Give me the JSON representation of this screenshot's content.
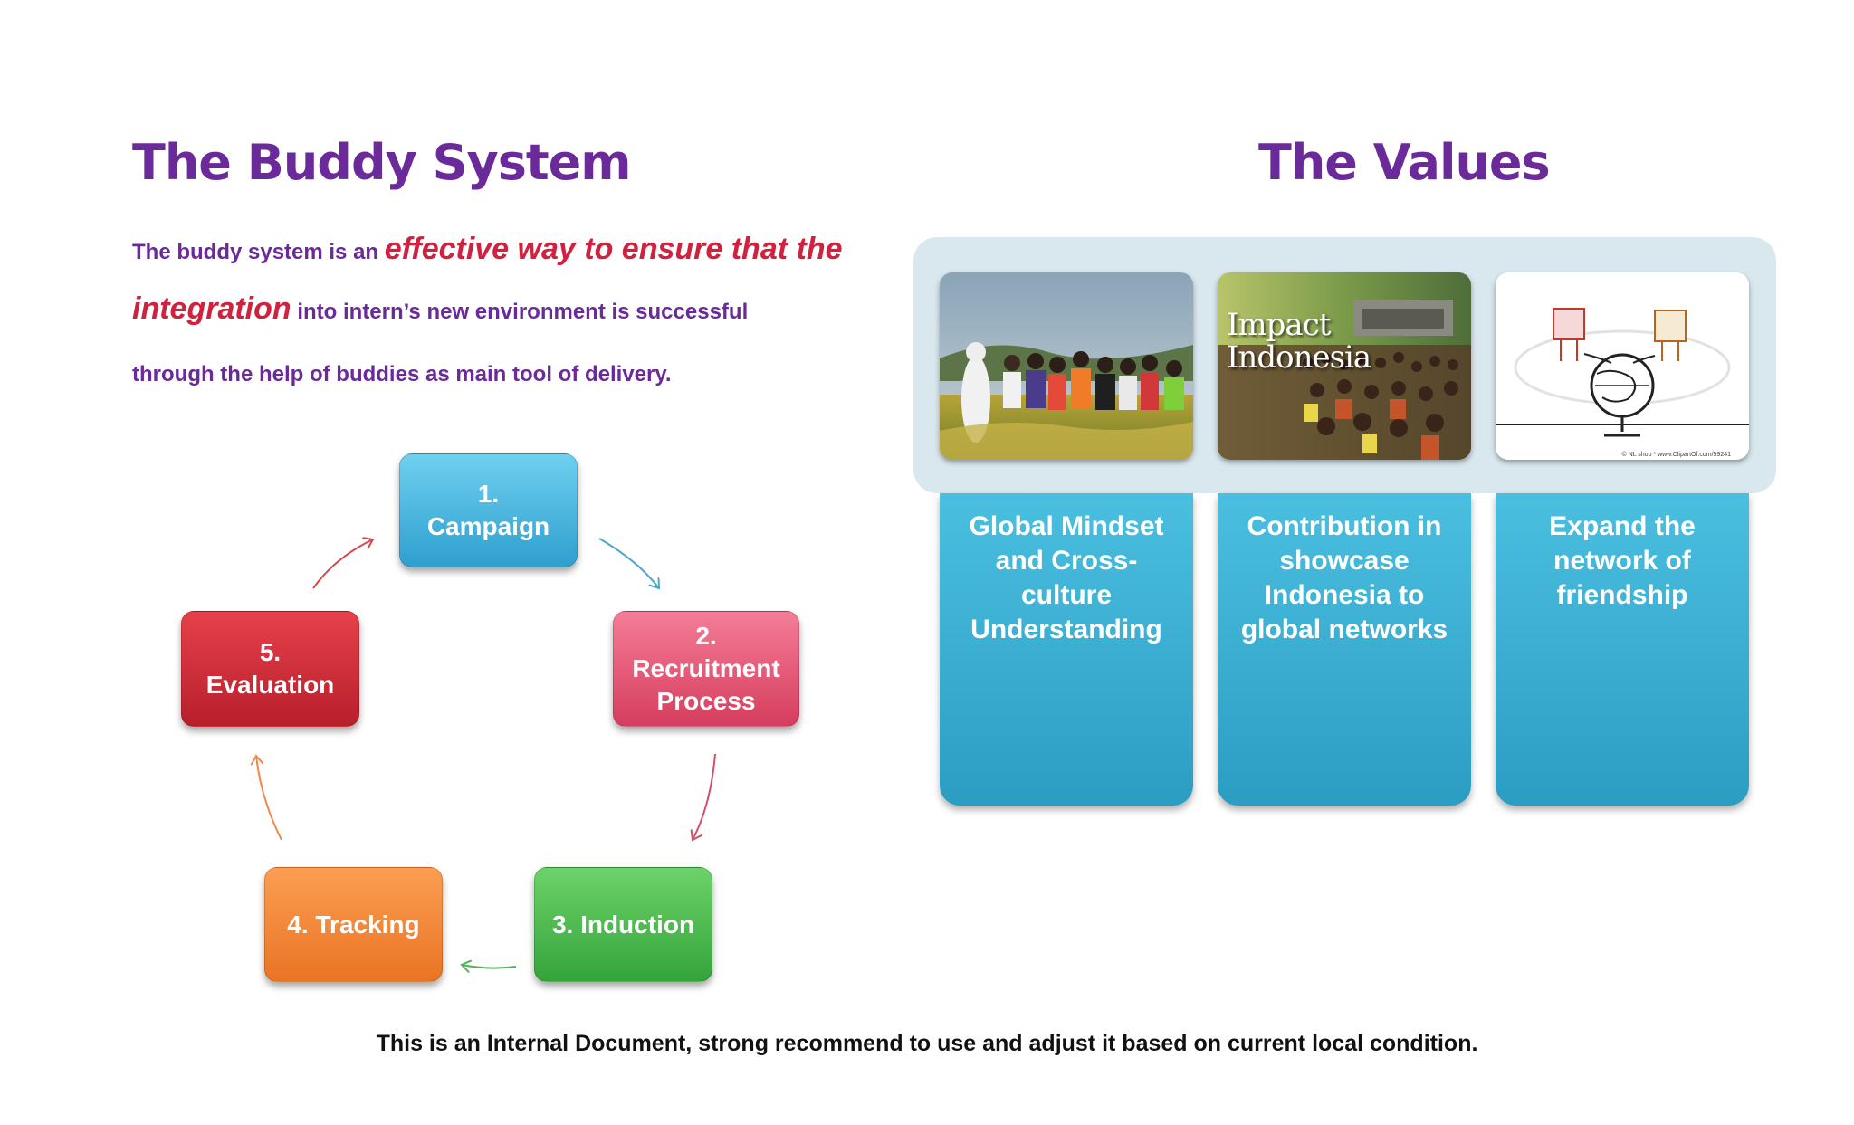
{
  "buddy_system": {
    "title": "The Buddy System",
    "intro": {
      "line1_a": "The buddy system is an ",
      "line1_b": "effective way to ensure that the",
      "line2_a": "integration",
      "line2_b": " into intern’s new environment is successful",
      "line3": "through the help of buddies as main tool of delivery."
    },
    "steps": [
      {
        "label": "1.\nCampaign",
        "color": "#3bb1dc"
      },
      {
        "label": "2.\nRecruitment\nProcess",
        "color": "#e8526f"
      },
      {
        "label": "3. Induction",
        "color": "#45b449"
      },
      {
        "label": "4. Tracking",
        "color": "#f2832e"
      },
      {
        "label": "5.\nEvaluation",
        "color": "#c72a35"
      }
    ]
  },
  "values": {
    "title": "The Values",
    "images": [
      {
        "icon": "group-photo-field"
      },
      {
        "icon": "crowd-photo",
        "overlay_text": "Impact\nIndonesia"
      },
      {
        "icon": "globe-cartoon-friends",
        "credit": "© NL shop  *  www.ClipartOf.com/59241"
      }
    ],
    "items": [
      {
        "text": "Global Mindset and Cross-culture Understanding"
      },
      {
        "text": "Contribution in showcase Indonesia to global networks"
      },
      {
        "text": "Expand the network of friendship"
      }
    ]
  },
  "footer": {
    "note": "This is an Internal Document, strong recommend to use and adjust it based on current local condition."
  },
  "colors": {
    "title_purple": "#6b2a9a",
    "highlight_red": "#d0213f",
    "value_blue": "#3aaed3",
    "panel_bg": "#d9e7ee"
  }
}
